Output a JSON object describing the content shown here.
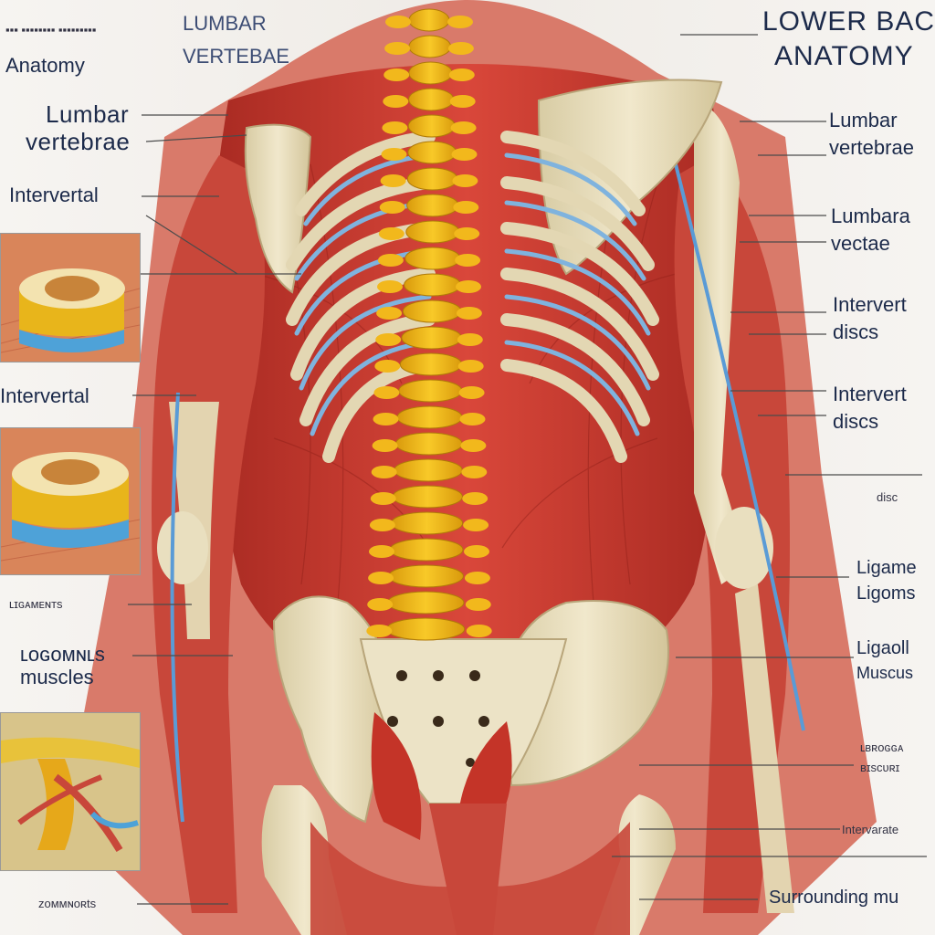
{
  "title": {
    "line1": "LOWER BAC",
    "line2": "ANATOMY"
  },
  "topleft": {
    "scribble": "▪▪▪ ▪▪▪▪▪▪▪▪ ▪▪▪▪▪▪▪▪▪",
    "anatomy": "Anatomy"
  },
  "top_center": {
    "line1": "LUMBAR",
    "line2": "VERTEBAE"
  },
  "left_labels": {
    "lumbar1": "Lumbar",
    "lumbar2": "vertebrae",
    "intervertal_a": "Intervertal",
    "intervertal_b": "Intervertal",
    "ligaments_garbled": "ʟɪɢᴀᴍᴇɴᴛs",
    "muscles_a": "ʟᴏɢᴏᴍɴʟs",
    "muscles_b": "muscles",
    "bottom": "zoᴍᴍɴoʀts"
  },
  "right_labels": {
    "lumbar_a1": "Lumbar",
    "lumbar_a2": "vertebrae",
    "lumbar_b1": "Lumbara",
    "lumbar_b2": "vectae",
    "interv_a1": "Intervert",
    "interv_a2": "discs",
    "interv_b1": "Intervert",
    "interv_b2": "discs",
    "disc": "disc",
    "lig_a1": "Ligame",
    "lig_a2": "Ligoms",
    "lig_b1": "Ligaoll",
    "lig_b2": "Muscus",
    "musc_small1": "ʟʙʀoɢɢᴀ",
    "musc_small2": "ʙɪsᴄᴜʀɪ",
    "interv_small": "Intervarate",
    "surrounding": "Surrounding mu"
  },
  "colors": {
    "muscle": "#c83a2e",
    "bone": "#e9dfbf",
    "spine": "#f2b81c",
    "nerve": "#5a9bd6",
    "text": "#1c2a4a"
  }
}
